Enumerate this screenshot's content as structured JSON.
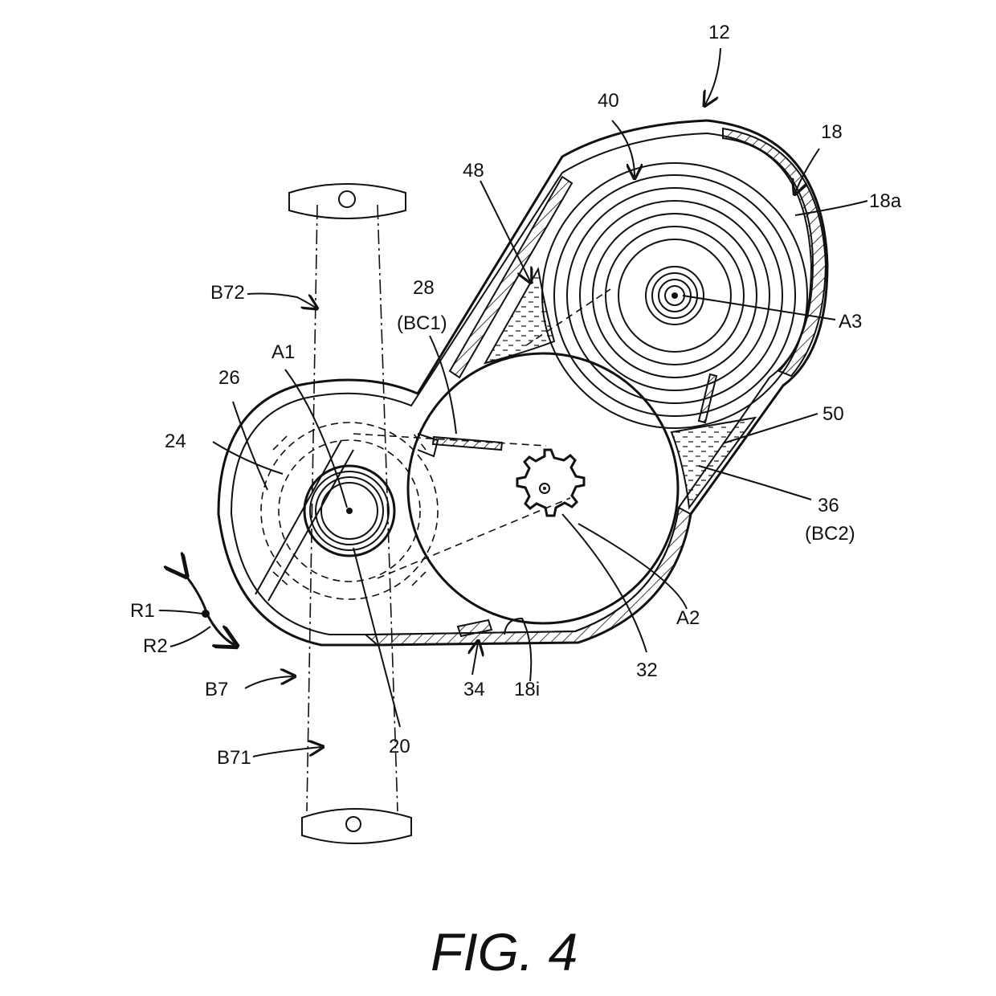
{
  "labels": {
    "ref_12": "12",
    "ref_40": "40",
    "ref_18": "18",
    "ref_18a": "18a",
    "ref_48": "48",
    "ref_a3": "A3",
    "ref_b72": "B72",
    "ref_28": "28",
    "ref_bc1": "(BC1)",
    "ref_a1": "A1",
    "ref_26": "26",
    "ref_24": "24",
    "ref_50": "50",
    "ref_36": "36",
    "ref_bc2": "(BC2)",
    "ref_r1": "R1",
    "ref_r2": "R2",
    "ref_a2": "A2",
    "ref_b7": "B7",
    "ref_32": "32",
    "ref_34": "34",
    "ref_18i": "18i",
    "ref_b71": "B71",
    "ref_20": "20"
  },
  "caption": "FIG. 4"
}
